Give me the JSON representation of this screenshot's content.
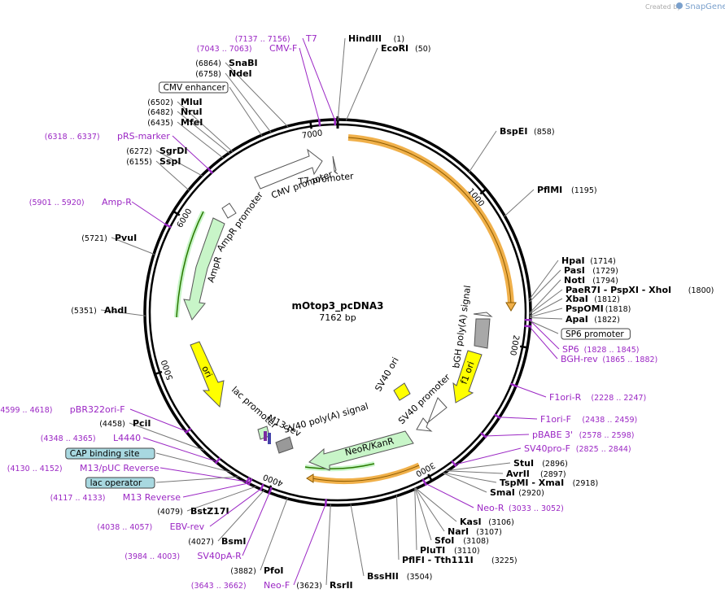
{
  "credit": "Created by",
  "brand": "SnapGene",
  "plasmid": {
    "name": "mOtop3_pcDNA3",
    "size_label": "7162 bp",
    "length": 7162
  },
  "ticks": [
    {
      "pos": 1000,
      "label": "1000"
    },
    {
      "pos": 2000,
      "label": "2000"
    },
    {
      "pos": 3000,
      "label": "3000"
    },
    {
      "pos": 4000,
      "label": "4000"
    },
    {
      "pos": 5000,
      "label": "5000"
    },
    {
      "pos": 6000,
      "label": "6000"
    },
    {
      "pos": 7000,
      "label": "7000"
    }
  ],
  "sites": [
    {
      "name": "T7",
      "range": "(7137 .. 7156)",
      "type": "primer",
      "pos": 7146
    },
    {
      "name": "HindIII",
      "pos_label": "(1)",
      "type": "enzyme",
      "pos": 1
    },
    {
      "name": "CMV-F",
      "range": "(7043 .. 7063)",
      "type": "primer",
      "pos": 7053
    },
    {
      "name": "EcoRI",
      "pos_label": "(50)",
      "type": "enzyme",
      "pos": 50
    },
    {
      "name": "SnaBI",
      "pos_label": "(6864)",
      "type": "enzyme",
      "pos": 6864
    },
    {
      "name": "NdeI",
      "pos_label": "(6758)",
      "type": "enzyme",
      "pos": 6758
    },
    {
      "name": "CMV enhancer",
      "type": "feature",
      "pos": 6700
    },
    {
      "name": "MluI",
      "pos_label": "(6502)",
      "type": "enzyme",
      "pos": 6502
    },
    {
      "name": "NruI",
      "pos_label": "(6482)",
      "type": "enzyme",
      "pos": 6482
    },
    {
      "name": "MfeI",
      "pos_label": "(6435)",
      "type": "enzyme",
      "pos": 6435
    },
    {
      "name": "pRS-marker",
      "range": "(6318 .. 6337)",
      "type": "primer",
      "pos": 6327
    },
    {
      "name": "SgrDI",
      "pos_label": "(6272)",
      "type": "enzyme",
      "pos": 6272
    },
    {
      "name": "SspI",
      "pos_label": "(6155)",
      "type": "enzyme",
      "pos": 6155
    },
    {
      "name": "Amp-R",
      "range": "(5901 .. 5920)",
      "type": "primer",
      "pos": 5910
    },
    {
      "name": "PvuI",
      "pos_label": "(5721)",
      "type": "enzyme",
      "pos": 5721
    },
    {
      "name": "AhdI",
      "pos_label": "(5351)",
      "type": "enzyme",
      "pos": 5351
    },
    {
      "name": "pBR322ori-F",
      "range": "(4599 .. 4618)",
      "type": "primer",
      "pos": 4608
    },
    {
      "name": "PciI",
      "pos_label": "(4458)",
      "type": "enzyme",
      "pos": 4458
    },
    {
      "name": "L4440",
      "range": "(4348 .. 4365)",
      "type": "primer",
      "pos": 4356
    },
    {
      "name": "CAP binding site",
      "type": "feature",
      "pos": 4250
    },
    {
      "name": "M13/pUC Reverse",
      "range": "(4130 .. 4152)",
      "type": "primer",
      "pos": 4141
    },
    {
      "name": "lac operator",
      "type": "feature",
      "pos": 4200
    },
    {
      "name": "M13 Reverse",
      "range": "(4117 .. 4133)",
      "type": "primer",
      "pos": 4125
    },
    {
      "name": "BstZ17I",
      "pos_label": "(4079)",
      "type": "enzyme",
      "pos": 4079
    },
    {
      "name": "EBV-rev",
      "range": "(4038 .. 4057)",
      "type": "primer",
      "pos": 4047
    },
    {
      "name": "BsmI",
      "pos_label": "(4027)",
      "type": "enzyme",
      "pos": 4027
    },
    {
      "name": "SV40pA-R",
      "range": "(3984 .. 4003)",
      "type": "primer",
      "pos": 3993
    },
    {
      "name": "PfoI",
      "pos_label": "(3882)",
      "type": "enzyme",
      "pos": 3882
    },
    {
      "name": "Neo-F",
      "range": "(3643 .. 3662)",
      "type": "primer",
      "pos": 3652
    },
    {
      "name": "RsrII",
      "pos_label": "(3623)",
      "type": "enzyme",
      "pos": 3623
    },
    {
      "name": "BssHII",
      "pos_label": "(3504)",
      "type": "enzyme",
      "pos": 3504
    },
    {
      "name": "PflFI - Tth111I",
      "pos_label": "(3225)",
      "type": "enzyme",
      "pos": 3225
    },
    {
      "name": "PluTI",
      "pos_label": "(3110)",
      "type": "enzyme",
      "pos": 3110
    },
    {
      "name": "SfoI",
      "pos_label": "(3108)",
      "type": "enzyme",
      "pos": 3108
    },
    {
      "name": "NarI",
      "pos_label": "(3107)",
      "type": "enzyme",
      "pos": 3107
    },
    {
      "name": "KasI",
      "pos_label": "(3106)",
      "type": "enzyme",
      "pos": 3106
    },
    {
      "name": "Neo-R",
      "range": "(3033 .. 3052)",
      "type": "primer",
      "pos": 3042
    },
    {
      "name": "SmaI",
      "pos_label": "(2920)",
      "type": "enzyme",
      "pos": 2920
    },
    {
      "name": "TspMI - XmaI",
      "pos_label": "(2918)",
      "type": "enzyme",
      "pos": 2918
    },
    {
      "name": "AvrII",
      "pos_label": "(2897)",
      "type": "enzyme",
      "pos": 2897
    },
    {
      "name": "StuI",
      "pos_label": "(2896)",
      "type": "enzyme",
      "pos": 2896
    },
    {
      "name": "SV40pro-F",
      "range": "(2825 .. 2844)",
      "type": "primer",
      "pos": 2834
    },
    {
      "name": "pBABE 3'",
      "range": "(2578 .. 2598)",
      "type": "primer",
      "pos": 2588
    },
    {
      "name": "F1ori-F",
      "range": "(2438 .. 2459)",
      "type": "primer",
      "pos": 2448
    },
    {
      "name": "F1ori-R",
      "range": "(2228 .. 2247)",
      "type": "primer",
      "pos": 2237
    },
    {
      "name": "BGH-rev",
      "range": "(1865 .. 1882)",
      "type": "primer",
      "pos": 1873
    },
    {
      "name": "SP6",
      "range": "(1828 .. 1845)",
      "type": "primer",
      "pos": 1836
    },
    {
      "name": "SP6 promoter",
      "type": "feature",
      "pos": 1840
    },
    {
      "name": "ApaI",
      "pos_label": "(1822)",
      "type": "enzyme",
      "pos": 1822
    },
    {
      "name": "PspOMI",
      "pos_label": "(1818)",
      "type": "enzyme",
      "pos": 1818
    },
    {
      "name": "XbaI",
      "pos_label": "(1812)",
      "type": "enzyme",
      "pos": 1812
    },
    {
      "name": "PaeR7I - PspXI - XhoI",
      "pos_label": "(1800)",
      "type": "enzyme",
      "pos": 1800
    },
    {
      "name": "NotI",
      "pos_label": "(1794)",
      "type": "enzyme",
      "pos": 1794
    },
    {
      "name": "PasI",
      "pos_label": "(1729)",
      "type": "enzyme",
      "pos": 1729
    },
    {
      "name": "HpaI",
      "pos_label": "(1714)",
      "type": "enzyme",
      "pos": 1714
    },
    {
      "name": "PflMI",
      "pos_label": "(1195)",
      "type": "enzyme",
      "pos": 1195
    },
    {
      "name": "BspEI",
      "pos_label": "(858)",
      "type": "enzyme",
      "pos": 858
    }
  ],
  "features": [
    {
      "name": "CMV promoter",
      "type": "promoter"
    },
    {
      "name": "T7 promoter",
      "type": "promoter"
    },
    {
      "name": "AmpR promoter",
      "type": "promoter"
    },
    {
      "name": "AmpR",
      "type": "cds"
    },
    {
      "name": "ori",
      "type": "ori"
    },
    {
      "name": "lac promoter",
      "type": "promoter"
    },
    {
      "name": "M13 rev",
      "type": "primer_bind"
    },
    {
      "name": "SV40 poly(A) signal",
      "type": "terminator"
    },
    {
      "name": "NeoR/KanR",
      "type": "cds"
    },
    {
      "name": "SV40 promoter",
      "type": "promoter"
    },
    {
      "name": "SV40 ori",
      "type": "ori"
    },
    {
      "name": "f1 ori",
      "type": "ori"
    },
    {
      "name": "bGH poly(A) signal",
      "type": "terminator"
    }
  ],
  "colors": {
    "enzyme": "#000000",
    "primer": "#9b27c4",
    "orange": "#f0b04a",
    "green": "#c8f5c8",
    "yellow": "#ffff00",
    "gray": "#a8a8a8",
    "brand": "#7aa0cc"
  }
}
